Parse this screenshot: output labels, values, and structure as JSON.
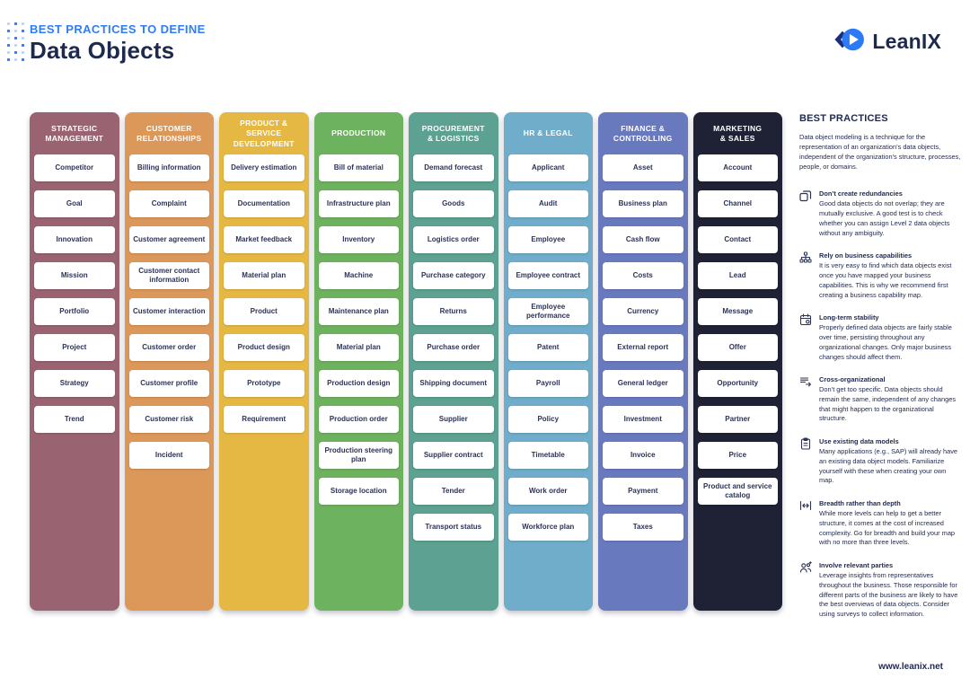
{
  "header": {
    "kicker": "BEST PRACTICES TO DEFINE",
    "title": "Data Objects",
    "logo_text": "LeanIX"
  },
  "colors": {
    "accent_blue": "#2E7CF6",
    "navy": "#1D2A4E",
    "card_text": "#2B3357"
  },
  "columns": [
    {
      "title": "STRATEGIC\nMANAGEMENT",
      "color": "#9A6372",
      "items": [
        "Competitor",
        "Goal",
        "Innovation",
        "Mission",
        "Portfolio",
        "Project",
        "Strategy",
        "Trend"
      ]
    },
    {
      "title": "CUSTOMER\nRELATIONSHIPS",
      "color": "#DC9859",
      "items": [
        "Billing information",
        "Complaint",
        "Customer agreement",
        "Customer contact information",
        "Customer interaction",
        "Customer order",
        "Customer profile",
        "Customer risk",
        "Incident"
      ]
    },
    {
      "title": "PRODUCT & SERVICE\nDEVELOPMENT",
      "color": "#E5B844",
      "items": [
        "Delivery estimation",
        "Documentation",
        "Market feedback",
        "Material plan",
        "Product",
        "Product design",
        "Prototype",
        "Requirement"
      ]
    },
    {
      "title": "PRODUCTION",
      "color": "#6DB25F",
      "items": [
        "Bill of material",
        "Infrastructure plan",
        "Inventory",
        "Machine",
        "Maintenance plan",
        "Material plan",
        "Production design",
        "Production order",
        "Production steering plan",
        "Storage location"
      ]
    },
    {
      "title": "PROCUREMENT\n& LOGISTICS",
      "color": "#5CA191",
      "items": [
        "Demand forecast",
        "Goods",
        "Logistics order",
        "Purchase category",
        "Returns",
        "Purchase order",
        "Shipping document",
        "Supplier",
        "Supplier contract",
        "Tender",
        "Transport status"
      ]
    },
    {
      "title": "HR & LEGAL",
      "color": "#6FADCB",
      "items": [
        "Applicant",
        "Audit",
        "Employee",
        "Employee contract",
        "Employee performance",
        "Patent",
        "Payroll",
        "Policy",
        "Timetable",
        "Work order",
        "Workforce plan"
      ]
    },
    {
      "title": "FINANCE &\nCONTROLLING",
      "color": "#6979BE",
      "items": [
        "Asset",
        "Business plan",
        "Cash flow",
        "Costs",
        "Currency",
        "External report",
        "General ledger",
        "Investment",
        "Invoice",
        "Payment",
        "Taxes"
      ]
    },
    {
      "title": "MARKETING\n& SALES",
      "color": "#1E2234",
      "items": [
        "Account",
        "Channel",
        "Contact",
        "Lead",
        "Message",
        "Offer",
        "Opportunity",
        "Partner",
        "Price",
        "Product and service catalog"
      ]
    }
  ],
  "best_practices": {
    "heading": "BEST PRACTICES",
    "intro": "Data object modeling is a technique for the representation of an organization’s data objects, independent of the organization’s structure, processes, people, or domains.",
    "tips": [
      {
        "icon": "overlap-icon",
        "title": "Don’t create redundancies",
        "body": "Good data objects do not overlap; they are mutually exclusive. A good test is to check whether you can assign Level 2 data objects without any ambiguity."
      },
      {
        "icon": "hierarchy-icon",
        "title": "Rely on business capabilities",
        "body": "It is very easy to find which data objects exist once you have mapped your business capabilities. This is why we recommend first creating a business capability map."
      },
      {
        "icon": "calendar-icon",
        "title": "Long-term stability",
        "body": "Properly defined data objects are fairly stable over time, persisting throughout any organizational changes. Only major business changes should affect them."
      },
      {
        "icon": "flow-arrow-icon",
        "title": "Cross-organizational",
        "body": "Don’t get too specific. Data objects should remain the same, independent of any changes that might happen to the organizational structure."
      },
      {
        "icon": "clipboard-icon",
        "title": "Use existing data models",
        "body": "Many applications (e.g., SAP) will already have an existing data object models. Familiarize yourself with these when creating your own map."
      },
      {
        "icon": "breadth-arrow-icon",
        "title": "Breadth rather than depth",
        "body": "While more levels can help to get a better structure, it comes at the cost of increased complexity. Go for breadth and build your map with no more than three levels."
      },
      {
        "icon": "people-icon",
        "title": "Involve relevant parties",
        "body": "Leverage insights from representatives throughout the business. Those responsible for different parts of the business are likely to have the best overviews of data objects. Consider using surveys to collect information."
      }
    ]
  },
  "footer": {
    "website": "www.leanix.net"
  }
}
